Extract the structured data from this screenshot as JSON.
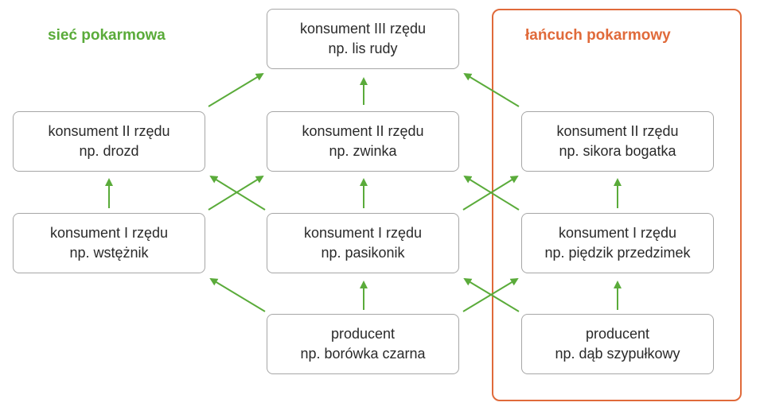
{
  "labels": {
    "food_web": "sieć pokarmowa",
    "food_chain": "łańcuch pokarmowy"
  },
  "nodes": {
    "top": {
      "line1": "konsument III rzędu",
      "line2": "np. lis rudy"
    },
    "c2_left": {
      "line1": "konsument II rzędu",
      "line2": "np. drozd"
    },
    "c2_mid": {
      "line1": "konsument II rzędu",
      "line2": "np. zwinka"
    },
    "c2_right": {
      "line1": "konsument II rzędu",
      "line2": "np. sikora bogatka"
    },
    "c1_left": {
      "line1": "konsument I rzędu",
      "line2": "np. wstężnik"
    },
    "c1_mid": {
      "line1": "konsument I rzędu",
      "line2": "np. pasikonik"
    },
    "c1_right": {
      "line1": "konsument I rzędu",
      "line2": "np. piędzik przedzimek"
    },
    "p_mid": {
      "line1": "producent",
      "line2": "np. borówka czarna"
    },
    "p_right": {
      "line1": "producent",
      "line2": "np. dąb szypułkowy"
    }
  },
  "colors": {
    "food_web": "#5aab3a",
    "food_chain": "#e06a3a",
    "arrow": "#5aab3a",
    "box_border": "#a6a6a6"
  }
}
